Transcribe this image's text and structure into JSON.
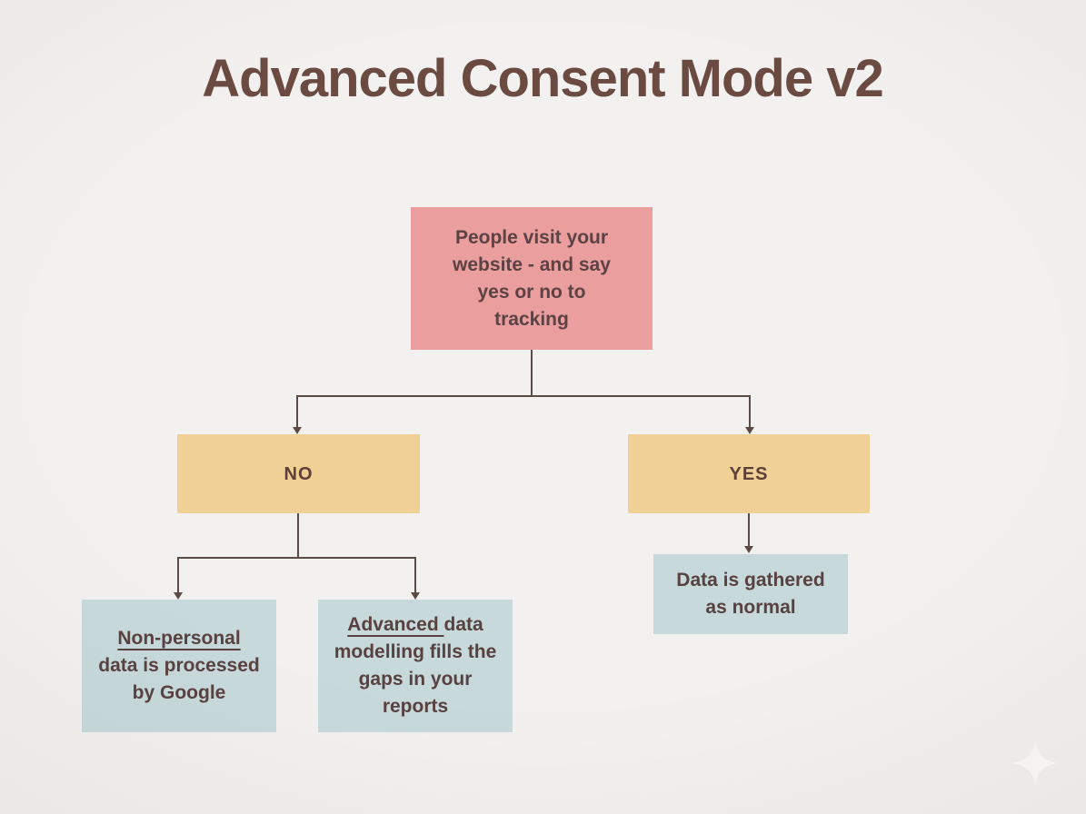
{
  "title": "Advanced Consent Mode v2",
  "colors": {
    "background": "#f2f1ef",
    "title_text": "#6b4a41",
    "root_box": "#ea9e9d",
    "decision_box": "#f0d095",
    "outcome_box": "#c7d9db",
    "box_text": "#5c4145",
    "connector": "#5b4a46",
    "sparkle": "#fbfbfa"
  },
  "nodes": {
    "root": {
      "text": "People visit your website - and say yes or no to tracking"
    },
    "decision_no": {
      "label": "NO"
    },
    "decision_yes": {
      "label": "YES"
    },
    "no_outcome_1": {
      "underlined": "Non-personal",
      "rest": " data is processed by Google"
    },
    "no_outcome_2": {
      "underlined": "Advanced ",
      "rest": "data modelling fills the gaps in your reports"
    },
    "yes_outcome": {
      "text": "Data is gathered as normal"
    }
  },
  "icons": {
    "bottom_right": "four-pointed-sparkle"
  }
}
